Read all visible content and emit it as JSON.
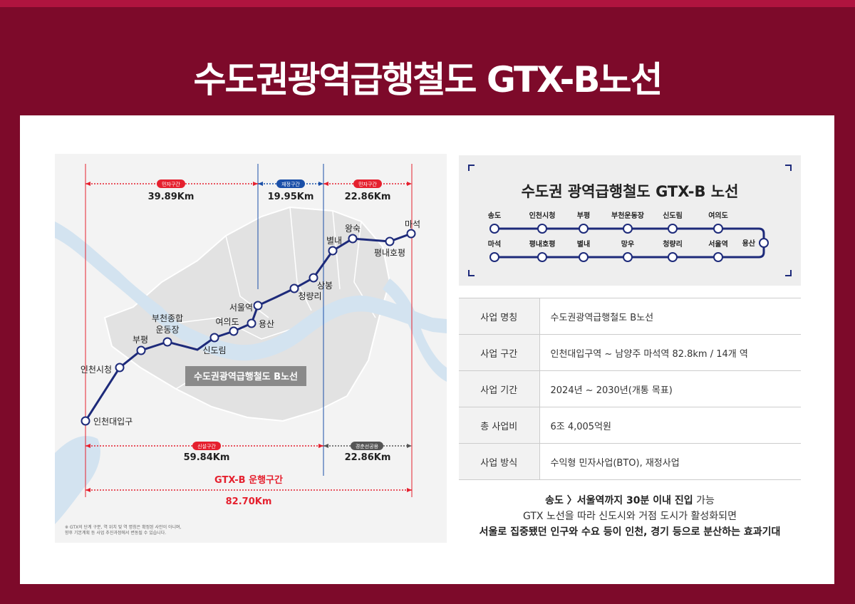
{
  "page": {
    "title": "수도권광역급행철도 GTX-B노선",
    "colors": {
      "background": "#7d0a2a",
      "line": "#1d2a7a",
      "red": "#e5202e",
      "blue": "#1a4fa8"
    }
  },
  "map": {
    "top_segments": [
      {
        "badge": "민자구간",
        "distance": "39.89Km"
      },
      {
        "badge": "재정구간",
        "distance": "19.95Km"
      },
      {
        "badge": "민자구간",
        "distance": "22.86Km"
      }
    ],
    "bottom_segments": [
      {
        "badge": "신설구간",
        "distance": "59.84Km"
      },
      {
        "badge": "경춘선공용",
        "distance": "22.86Km"
      }
    ],
    "total_label": "GTX-B 운행구간",
    "total_distance": "82.70Km",
    "map_label": "수도권광역급행철도 B노선",
    "footnote_1": "※ GTX의 단계 구분, 역 위치 및 역 명칭은 확정된 사안이 아니며,",
    "footnote_2": "향후 기본계획 등 사업 추진과정에서 변동될 수 있습니다.",
    "stations": [
      {
        "name": "인천대입구"
      },
      {
        "name": "인천시청"
      },
      {
        "name": "부평"
      },
      {
        "name": "부천종합"
      },
      {
        "name": "운동장"
      },
      {
        "name": "신도림"
      },
      {
        "name": "여의도"
      },
      {
        "name": "용산"
      },
      {
        "name": "서울역"
      },
      {
        "name": "청량리"
      },
      {
        "name": "상봉"
      },
      {
        "name": "별내"
      },
      {
        "name": "왕숙"
      },
      {
        "name": "평내호평"
      },
      {
        "name": "마석"
      }
    ]
  },
  "route_diagram": {
    "title": "수도권 광역급행철도 GTX-B 노선",
    "top_row": [
      "송도",
      "인천시청",
      "부평",
      "부천운동장",
      "신도림",
      "여의도"
    ],
    "turn_station": "용산",
    "bottom_row": [
      "마석",
      "평내호평",
      "별내",
      "망우",
      "청량리",
      "서울역"
    ]
  },
  "info": {
    "rows": [
      {
        "label": "사업 명칭",
        "value": "수도권광역급행철도 B노선"
      },
      {
        "label": "사업 구간",
        "value": "인천대입구역 ~ 남양주 마석역  82.8km / 14개 역"
      },
      {
        "label": "사업 기간",
        "value": "2024년 ~ 2030년(개통 목표)"
      },
      {
        "label": "총 사업비",
        "value": "6조 4,005억원"
      },
      {
        "label": "사업 방식",
        "value": "수익형 민자사업(BTO), 재정사업"
      }
    ]
  },
  "summary": {
    "line1_bold": "송도 〉서울역까지 30분 이내 진입",
    "line1_rest": " 가능",
    "line2": "GTX 노선을 따라 신도시와 거점 도시가 활성화되면",
    "line3": "서울로 집중됐던 인구와 수요 등이 인천, 경기 등으로 분산하는 효과기대"
  }
}
